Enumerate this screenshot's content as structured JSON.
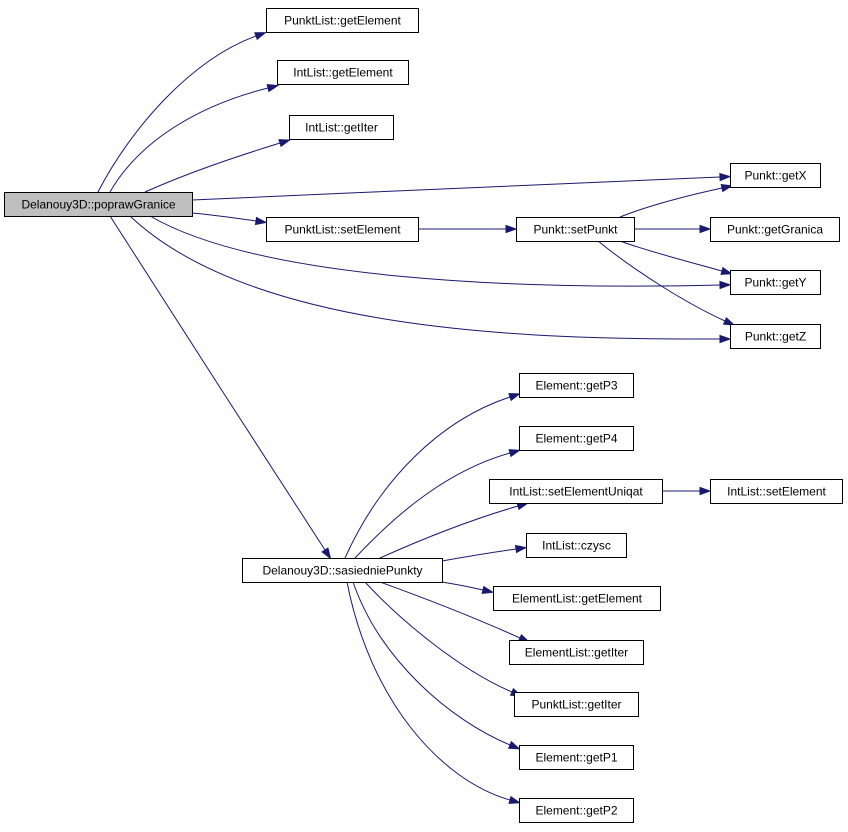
{
  "diagram": {
    "colors": {
      "edge": "#191970",
      "root_fill": "#bfbfbf",
      "node_fill": "#ffffff",
      "border": "#000000"
    },
    "nodes": [
      {
        "id": "poprawGranice",
        "label": "Delanouy3D::poprawGranice",
        "root": true
      },
      {
        "id": "pl_getElement",
        "label": "PunktList::getElement"
      },
      {
        "id": "il_getElement",
        "label": "IntList::getElement"
      },
      {
        "id": "il_getIter",
        "label": "IntList::getIter"
      },
      {
        "id": "pl_setElement",
        "label": "PunktList::setElement"
      },
      {
        "id": "p_setPunkt",
        "label": "Punkt::setPunkt"
      },
      {
        "id": "p_getX",
        "label": "Punkt::getX"
      },
      {
        "id": "p_getGranica",
        "label": "Punkt::getGranica"
      },
      {
        "id": "p_getY",
        "label": "Punkt::getY"
      },
      {
        "id": "p_getZ",
        "label": "Punkt::getZ"
      },
      {
        "id": "sasiedniePunkty",
        "label": "Delanouy3D::sasiedniePunkty"
      },
      {
        "id": "e_getP3",
        "label": "Element::getP3"
      },
      {
        "id": "e_getP4",
        "label": "Element::getP4"
      },
      {
        "id": "il_setElementUniqat",
        "label": "IntList::setElementUniqat"
      },
      {
        "id": "il_setElement",
        "label": "IntList::setElement"
      },
      {
        "id": "il_czysc",
        "label": "IntList::czysc"
      },
      {
        "id": "el_getElement",
        "label": "ElementList::getElement"
      },
      {
        "id": "el_getIter",
        "label": "ElementList::getIter"
      },
      {
        "id": "pl_getIter",
        "label": "PunktList::getIter"
      },
      {
        "id": "e_getP1",
        "label": "Element::getP1"
      },
      {
        "id": "e_getP2",
        "label": "Element::getP2"
      }
    ],
    "edges": [
      {
        "from": "poprawGranice",
        "to": "pl_getElement"
      },
      {
        "from": "poprawGranice",
        "to": "il_getElement"
      },
      {
        "from": "poprawGranice",
        "to": "il_getIter"
      },
      {
        "from": "poprawGranice",
        "to": "p_getX"
      },
      {
        "from": "poprawGranice",
        "to": "pl_setElement"
      },
      {
        "from": "poprawGranice",
        "to": "p_getY"
      },
      {
        "from": "poprawGranice",
        "to": "p_getZ"
      },
      {
        "from": "poprawGranice",
        "to": "sasiedniePunkty"
      },
      {
        "from": "pl_setElement",
        "to": "p_setPunkt"
      },
      {
        "from": "p_setPunkt",
        "to": "p_getX"
      },
      {
        "from": "p_setPunkt",
        "to": "p_getGranica"
      },
      {
        "from": "p_setPunkt",
        "to": "p_getY"
      },
      {
        "from": "p_setPunkt",
        "to": "p_getZ"
      },
      {
        "from": "sasiedniePunkty",
        "to": "e_getP3"
      },
      {
        "from": "sasiedniePunkty",
        "to": "e_getP4"
      },
      {
        "from": "sasiedniePunkty",
        "to": "il_setElementUniqat"
      },
      {
        "from": "sasiedniePunkty",
        "to": "il_czysc"
      },
      {
        "from": "sasiedniePunkty",
        "to": "el_getElement"
      },
      {
        "from": "sasiedniePunkty",
        "to": "el_getIter"
      },
      {
        "from": "sasiedniePunkty",
        "to": "pl_getIter"
      },
      {
        "from": "sasiedniePunkty",
        "to": "e_getP1"
      },
      {
        "from": "sasiedniePunkty",
        "to": "e_getP2"
      },
      {
        "from": "il_setElementUniqat",
        "to": "il_setElement"
      }
    ]
  }
}
